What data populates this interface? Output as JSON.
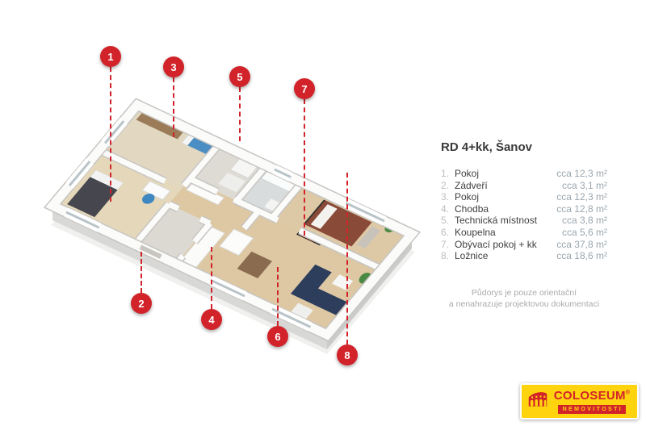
{
  "markers": [
    "1",
    "2",
    "3",
    "4",
    "5",
    "6",
    "7",
    "8"
  ],
  "info": {
    "title": "RD 4+kk, Šanov",
    "rooms": [
      {
        "num": "1.",
        "name": "Pokoj",
        "area": "cca 12,3 m²"
      },
      {
        "num": "2.",
        "name": "Zádveří",
        "area": "cca 3,1 m²"
      },
      {
        "num": "3.",
        "name": "Pokoj",
        "area": "cca 12,3 m²"
      },
      {
        "num": "4.",
        "name": "Chodba",
        "area": "cca 12,8 m²"
      },
      {
        "num": "5.",
        "name": "Technická místnost",
        "area": "cca 3,8 m²"
      },
      {
        "num": "6.",
        "name": "Koupelna",
        "area": "cca 5,6 m²"
      },
      {
        "num": "7.",
        "name": "Obývací pokoj + kk",
        "area": "cca 37,8 m²"
      },
      {
        "num": "8.",
        "name": "Ložnice",
        "area": "cca 18,6 m²"
      }
    ],
    "disclaimer_line1": "Půdorys je pouze orientační",
    "disclaimer_line2": "a nenahrazuje projektovou dokumentaci"
  },
  "logo": {
    "brand": "COLOSEUM",
    "reg": "®",
    "sub": "NEMOVITOSTI"
  },
  "colors": {
    "marker_red": "#d2232a",
    "logo_yellow": "#ffd40e"
  }
}
